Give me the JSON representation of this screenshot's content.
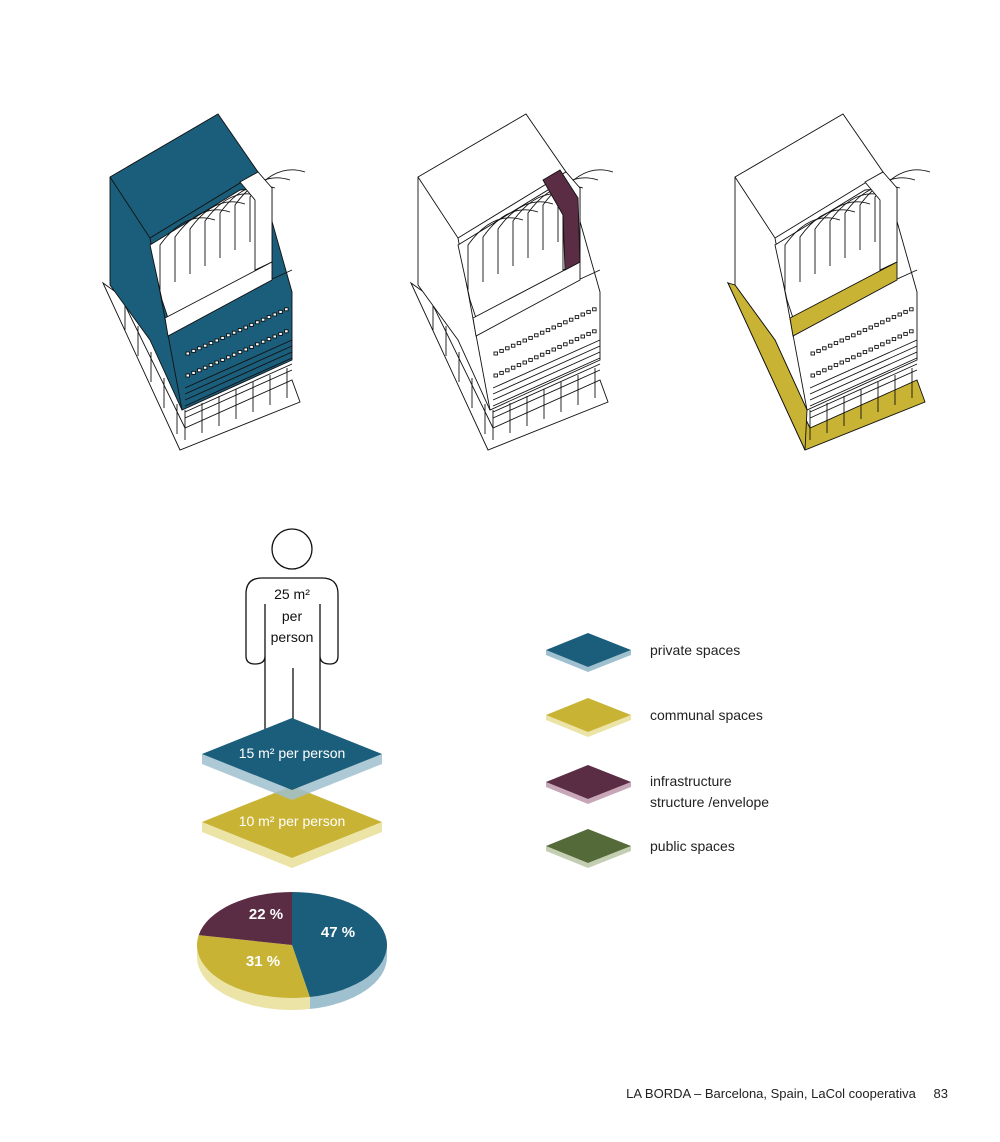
{
  "colors": {
    "private": "#1b5e7b",
    "private_edge": "#9fc0cf",
    "communal": "#c8b334",
    "communal_edge": "#ece3a6",
    "infrastructure": "#5a2d45",
    "infrastructure_edge": "#c7a7b7",
    "public": "#546a39",
    "public_edge": "#c4ceb2"
  },
  "axonometrics": [
    {
      "highlight": "private"
    },
    {
      "highlight": "infrastructure"
    },
    {
      "highlight": "communal"
    }
  ],
  "person": {
    "line1": "25 m²",
    "line2": "per",
    "line3": "person"
  },
  "plates": {
    "private_label": "15 m² per person",
    "communal_label": "10 m² per person"
  },
  "legend": [
    {
      "key": "private",
      "label": "private spaces"
    },
    {
      "key": "communal",
      "label": "communal spaces"
    },
    {
      "key": "infrastructure",
      "label": "infrastructure",
      "label2": "structure /envelope"
    },
    {
      "key": "public",
      "label": "public spaces"
    }
  ],
  "chart_data": {
    "type": "pie",
    "slices": [
      {
        "key": "private",
        "value": 47,
        "label": "47 %"
      },
      {
        "key": "communal",
        "value": 31,
        "label": "31 %"
      },
      {
        "key": "infrastructure",
        "value": 22,
        "label": "22 %"
      }
    ]
  },
  "footer": {
    "caption": "LA BORDA – Barcelona, Spain, LaCol cooperativa",
    "page_number": "83"
  }
}
